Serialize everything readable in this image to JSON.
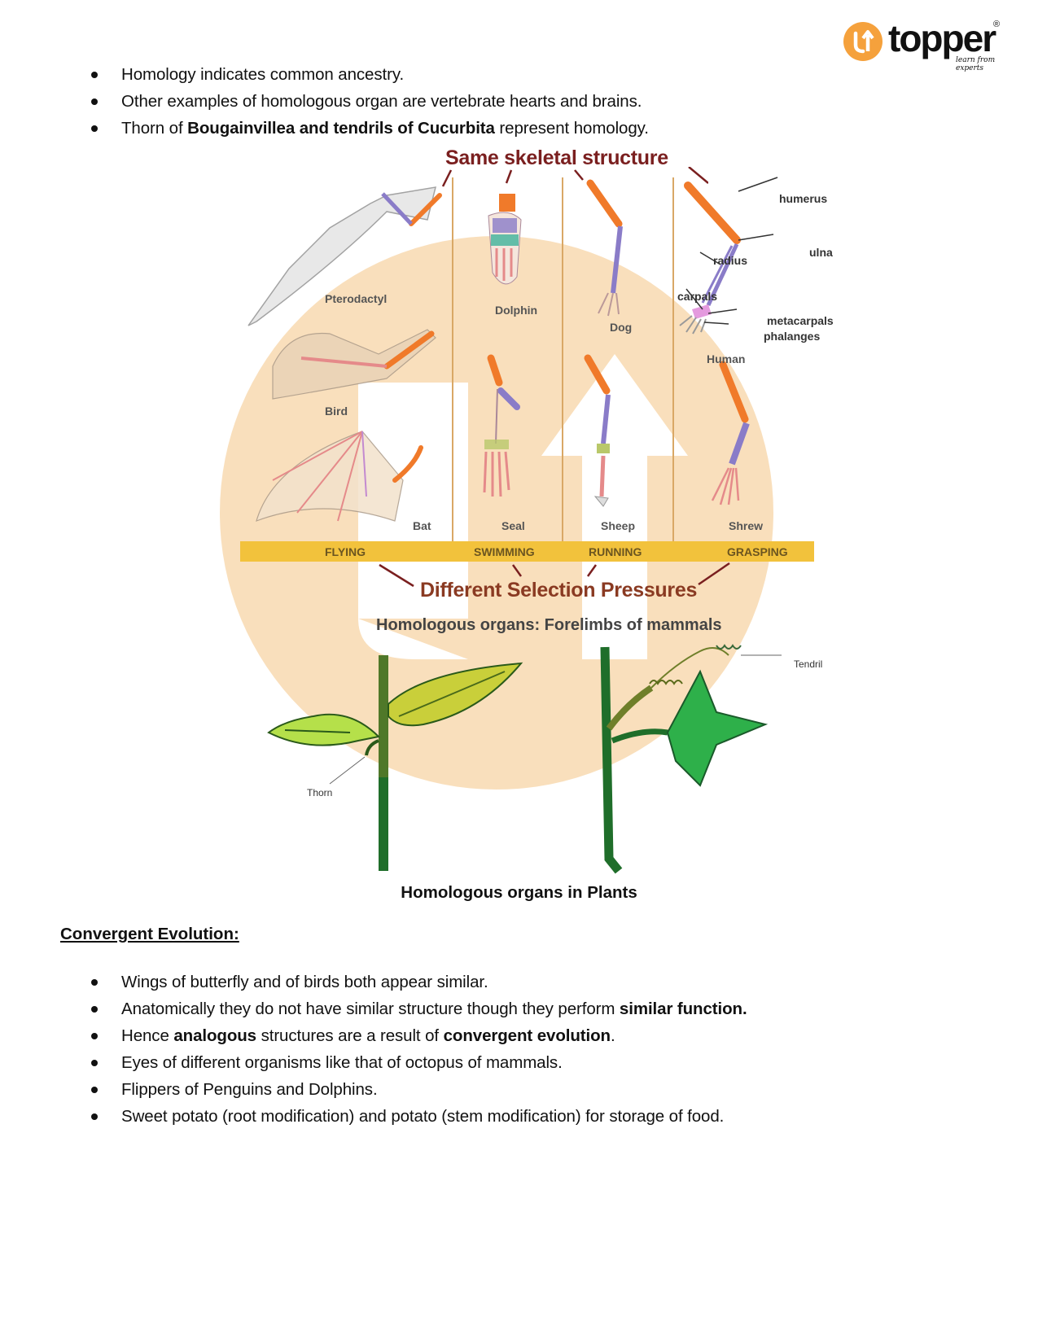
{
  "logo": {
    "wordmark": "topper",
    "registered": "®",
    "tagline": "learn from experts",
    "badge_letter": "u",
    "brand_color": "#f5a13c"
  },
  "intro_bullets": [
    {
      "plain_before": "Homology indicates common ancestry.",
      "bold": "",
      "plain_after": ""
    },
    {
      "plain_before": "Other examples of homologous organ are vertebrate hearts and brains.",
      "bold": "",
      "plain_after": ""
    },
    {
      "plain_before": "Thorn of ",
      "bold": "Bougainvillea and tendrils of Cucurbita",
      "plain_after": " represent homology."
    }
  ],
  "forelimb_figure": {
    "heading_top": "Same skeletal structure",
    "heading_bottom": "Different Selection Pressures",
    "animals": [
      "Pterodactyl",
      "Dolphin",
      "Dog",
      "Human",
      "Bird",
      "Bat",
      "Seal",
      "Sheep",
      "Shrew"
    ],
    "bone_labels": [
      "humerus",
      "ulna",
      "radius",
      "carpals",
      "metacarpals",
      "phalanges"
    ],
    "functions": [
      "FLYING",
      "SWIMMING",
      "RUNNING",
      "GRASPING"
    ],
    "caption": "Homologous organs: Forelimbs of mammals",
    "colors": {
      "heading": "#7a1f1f",
      "band": "#f2c23c",
      "humerus": "#f07a2a",
      "ulna_radius": "#8a7cc8"
    }
  },
  "plant_figure": {
    "labels": {
      "thorn": "Thorn",
      "tendril": "Tendril"
    },
    "caption": "Homologous organs in Plants"
  },
  "convergent_section": {
    "heading": "Convergent Evolution:",
    "bullets": [
      {
        "parts": [
          {
            "t": "Wings of butterfly and of birds both appear similar.",
            "b": false
          }
        ]
      },
      {
        "parts": [
          {
            "t": "Anatomically they do not have similar structure though they perform ",
            "b": false
          },
          {
            "t": "similar function.",
            "b": true
          }
        ]
      },
      {
        "parts": [
          {
            "t": "Hence ",
            "b": false
          },
          {
            "t": "analogous",
            "b": true
          },
          {
            "t": " structures are a result of ",
            "b": false
          },
          {
            "t": "convergent evolution",
            "b": true
          },
          {
            "t": ".",
            "b": false
          }
        ]
      },
      {
        "parts": [
          {
            "t": "Eyes of different organisms like that of octopus of mammals.",
            "b": false
          }
        ]
      },
      {
        "parts": [
          {
            "t": "Flippers of Penguins and Dolphins.",
            "b": false
          }
        ]
      },
      {
        "parts": [
          {
            "t": "Sweet potato (root modification) and potato (stem modification) for storage of food.",
            "b": false
          }
        ]
      }
    ]
  }
}
